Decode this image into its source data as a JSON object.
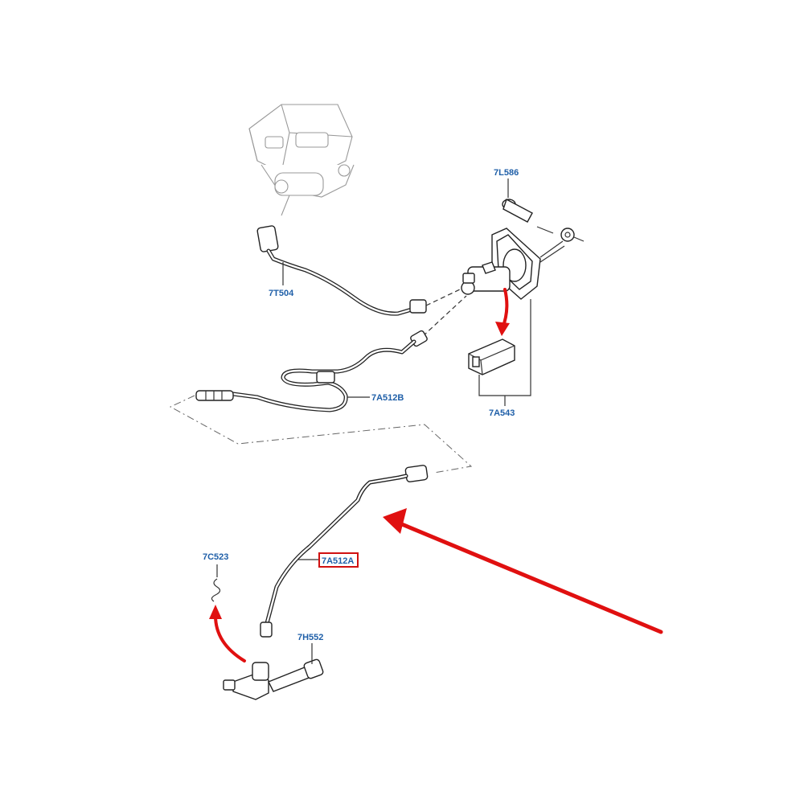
{
  "labels": {
    "p_7L586": "7L586",
    "p_7T504": "7T504",
    "p_7A512B": "7A512B",
    "p_7A543": "7A543",
    "p_7C523": "7C523",
    "p_7A512A": "7A512A",
    "p_7H552": "7H552"
  },
  "colors": {
    "label_text": "#1f5fa8",
    "highlight_box": "#d01010",
    "arrow": "#e01010",
    "line_art": "#222222",
    "ghost_art": "#999999"
  },
  "highlighted_part": "7A512A"
}
